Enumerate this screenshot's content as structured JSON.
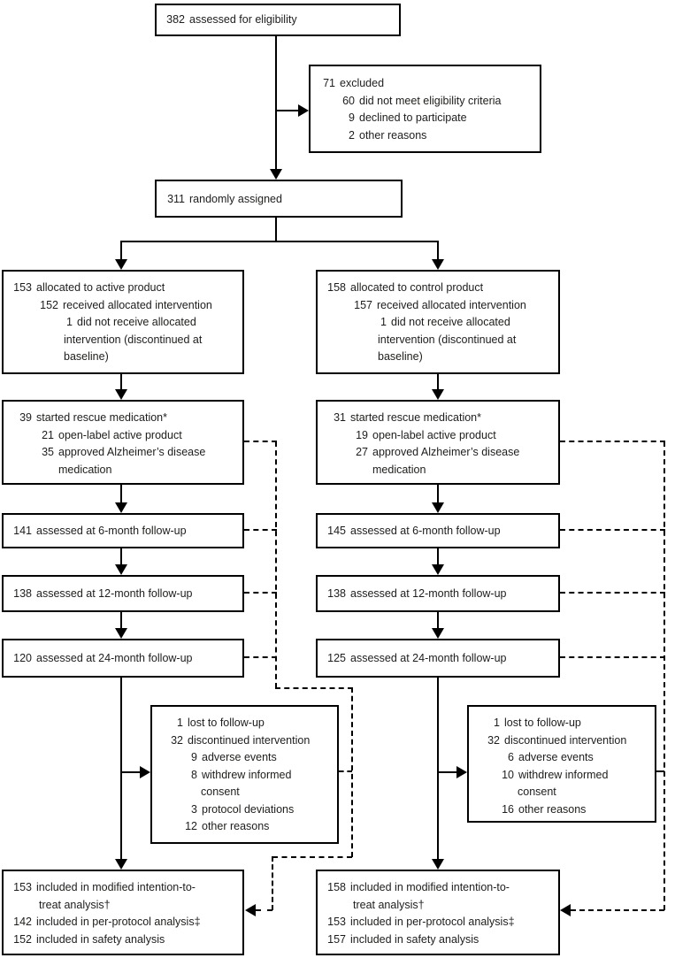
{
  "figure": {
    "type": "randomised-trial-profile-flow-diagram",
    "groups": [
      "active product",
      "control product"
    ]
  },
  "colors": {
    "line": "#000000",
    "background": "#ffffff",
    "text": "#1d1d1b"
  },
  "boxes": {
    "eligibility": {
      "lines": [
        {
          "n": "382",
          "t": "assessed for eligibility"
        }
      ]
    },
    "excluded": {
      "lines": [
        {
          "n": "71",
          "t": "excluded"
        },
        {
          "n": "60",
          "t": "did not meet eligibility criteria"
        },
        {
          "n": "9",
          "t": "declined to participate"
        },
        {
          "n": "2",
          "t": "other reasons"
        }
      ]
    },
    "randomized": {
      "lines": [
        {
          "n": "311",
          "t": "randomly assigned"
        }
      ]
    },
    "alloc_active": {
      "lines": [
        {
          "n": "153",
          "t": "allocated to active product"
        },
        {
          "n": "152",
          "t": "received allocated intervention"
        },
        {
          "n": "1",
          "t": "did not receive allocated"
        },
        {
          "t": "intervention (discontinued at"
        },
        {
          "t": "baseline)"
        }
      ]
    },
    "alloc_control": {
      "lines": [
        {
          "n": "158",
          "t": "allocated to control product"
        },
        {
          "n": "157",
          "t": "received allocated intervention"
        },
        {
          "n": "1",
          "t": "did not receive allocated"
        },
        {
          "t": "intervention (discontinued at"
        },
        {
          "t": "baseline)"
        }
      ]
    },
    "rescue_active": {
      "lines": [
        {
          "n": "39",
          "t": "started rescue medication*"
        },
        {
          "n": "21",
          "t": "open-label active product"
        },
        {
          "n": "35",
          "t": "approved Alzheimer’s disease"
        },
        {
          "t": "medication"
        }
      ]
    },
    "rescue_control": {
      "lines": [
        {
          "n": "31",
          "t": "started rescue medication*"
        },
        {
          "n": "19",
          "t": "open-label active product"
        },
        {
          "n": "27",
          "t": "approved Alzheimer’s disease"
        },
        {
          "t": "medication"
        }
      ]
    },
    "fu6_active": {
      "lines": [
        {
          "n": "141",
          "t": "assessed at 6-month follow-up"
        }
      ]
    },
    "fu6_control": {
      "lines": [
        {
          "n": "145",
          "t": "assessed at 6-month follow-up"
        }
      ]
    },
    "fu12_active": {
      "lines": [
        {
          "n": "138",
          "t": "assessed at 12-month follow-up"
        }
      ]
    },
    "fu12_control": {
      "lines": [
        {
          "n": "138",
          "t": "assessed at 12-month follow-up"
        }
      ]
    },
    "fu24_active": {
      "lines": [
        {
          "n": "120",
          "t": "assessed at 24-month follow-up"
        }
      ]
    },
    "fu24_control": {
      "lines": [
        {
          "n": "125",
          "t": "assessed at 24-month follow-up"
        }
      ]
    },
    "discont_active": {
      "lines": [
        {
          "n": "1",
          "t": "lost to follow-up"
        },
        {
          "n": "32",
          "t": "discontinued intervention"
        },
        {
          "n": "9",
          "t": "adverse events"
        },
        {
          "n": "8",
          "t": "withdrew informed"
        },
        {
          "t": "consent"
        },
        {
          "n": "3",
          "t": "protocol deviations"
        },
        {
          "n": "12",
          "t": "other reasons"
        }
      ]
    },
    "discont_control": {
      "lines": [
        {
          "n": "1",
          "t": "lost to follow-up"
        },
        {
          "n": "32",
          "t": "discontinued intervention"
        },
        {
          "n": "6",
          "t": "adverse events"
        },
        {
          "n": "10",
          "t": "withdrew informed"
        },
        {
          "t": "consent"
        },
        {
          "n": "16",
          "t": "other reasons"
        }
      ]
    },
    "analysis_active": {
      "lines": [
        {
          "n": "153",
          "t": "included in modified intention-to-"
        },
        {
          "t": "treat analysis†"
        },
        {
          "n": "142",
          "t": "included in per-protocol analysis‡"
        },
        {
          "n": "152",
          "t": "included in safety analysis"
        }
      ]
    },
    "analysis_control": {
      "lines": [
        {
          "n": "158",
          "t": "included in modified intention-to-"
        },
        {
          "t": "treat analysis†"
        },
        {
          "n": "153",
          "t": "included in per-protocol analysis‡"
        },
        {
          "n": "157",
          "t": "included in safety analysis"
        }
      ]
    }
  }
}
